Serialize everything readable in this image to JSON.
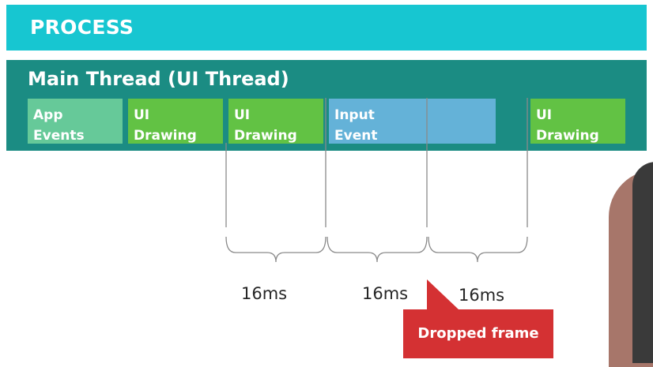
{
  "process": {
    "label": "PROCESS"
  },
  "main_thread": {
    "label": "Main Thread (UI Thread)",
    "blocks": [
      {
        "label": "App\nEvents",
        "kind": "app"
      },
      {
        "label": "UI\nDrawing",
        "kind": "ui"
      },
      {
        "label": "UI\nDrawing",
        "kind": "ui"
      },
      {
        "label": "Input\nEvent",
        "kind": "input"
      },
      {
        "label": "",
        "kind": "input"
      },
      {
        "label": "UI\nDrawing",
        "kind": "ui"
      }
    ]
  },
  "frames": [
    {
      "label": "16ms"
    },
    {
      "label": "16ms"
    },
    {
      "label": "16ms"
    }
  ],
  "callout": {
    "label": "Dropped frame"
  },
  "colors": {
    "process": "#17c6d1",
    "thread": "#1b8c83",
    "app_events": "#66c999",
    "ui_drawing": "#62c244",
    "input_event": "#64b2d8",
    "dropped_frame": "#d43133"
  }
}
